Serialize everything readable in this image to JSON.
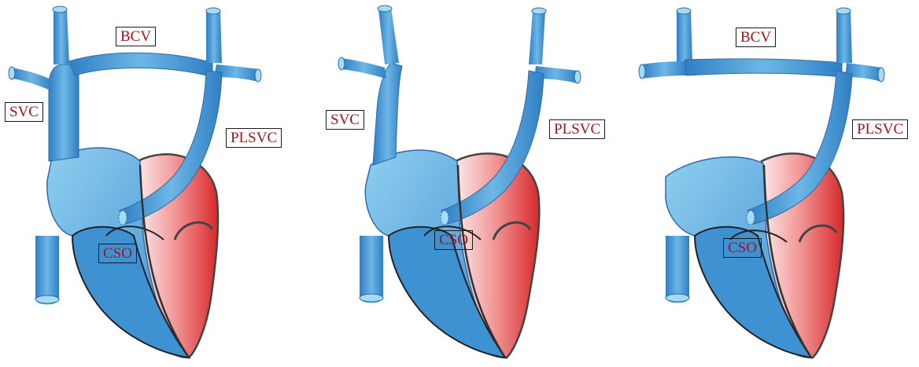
{
  "colors": {
    "vein_blue": "#3f92d2",
    "vein_light": "#8dcbee",
    "vein_dark": "#1d5f9f",
    "atrium_red": "#e33b3b",
    "atrium_light": "#fbe3e3",
    "label_text": "#a3141a",
    "label_border": "#1a1a1a"
  },
  "panels": [
    {
      "labels": {
        "bcv": "BCV",
        "svc": "SVC",
        "plsvc": "PLSVC",
        "cso": "CSO"
      }
    },
    {
      "labels": {
        "svc": "SVC",
        "plsvc": "PLSVC",
        "cso": "CSO"
      }
    },
    {
      "labels": {
        "bcv": "BCV",
        "plsvc": "PLSVC",
        "cso": "CSO"
      }
    }
  ]
}
